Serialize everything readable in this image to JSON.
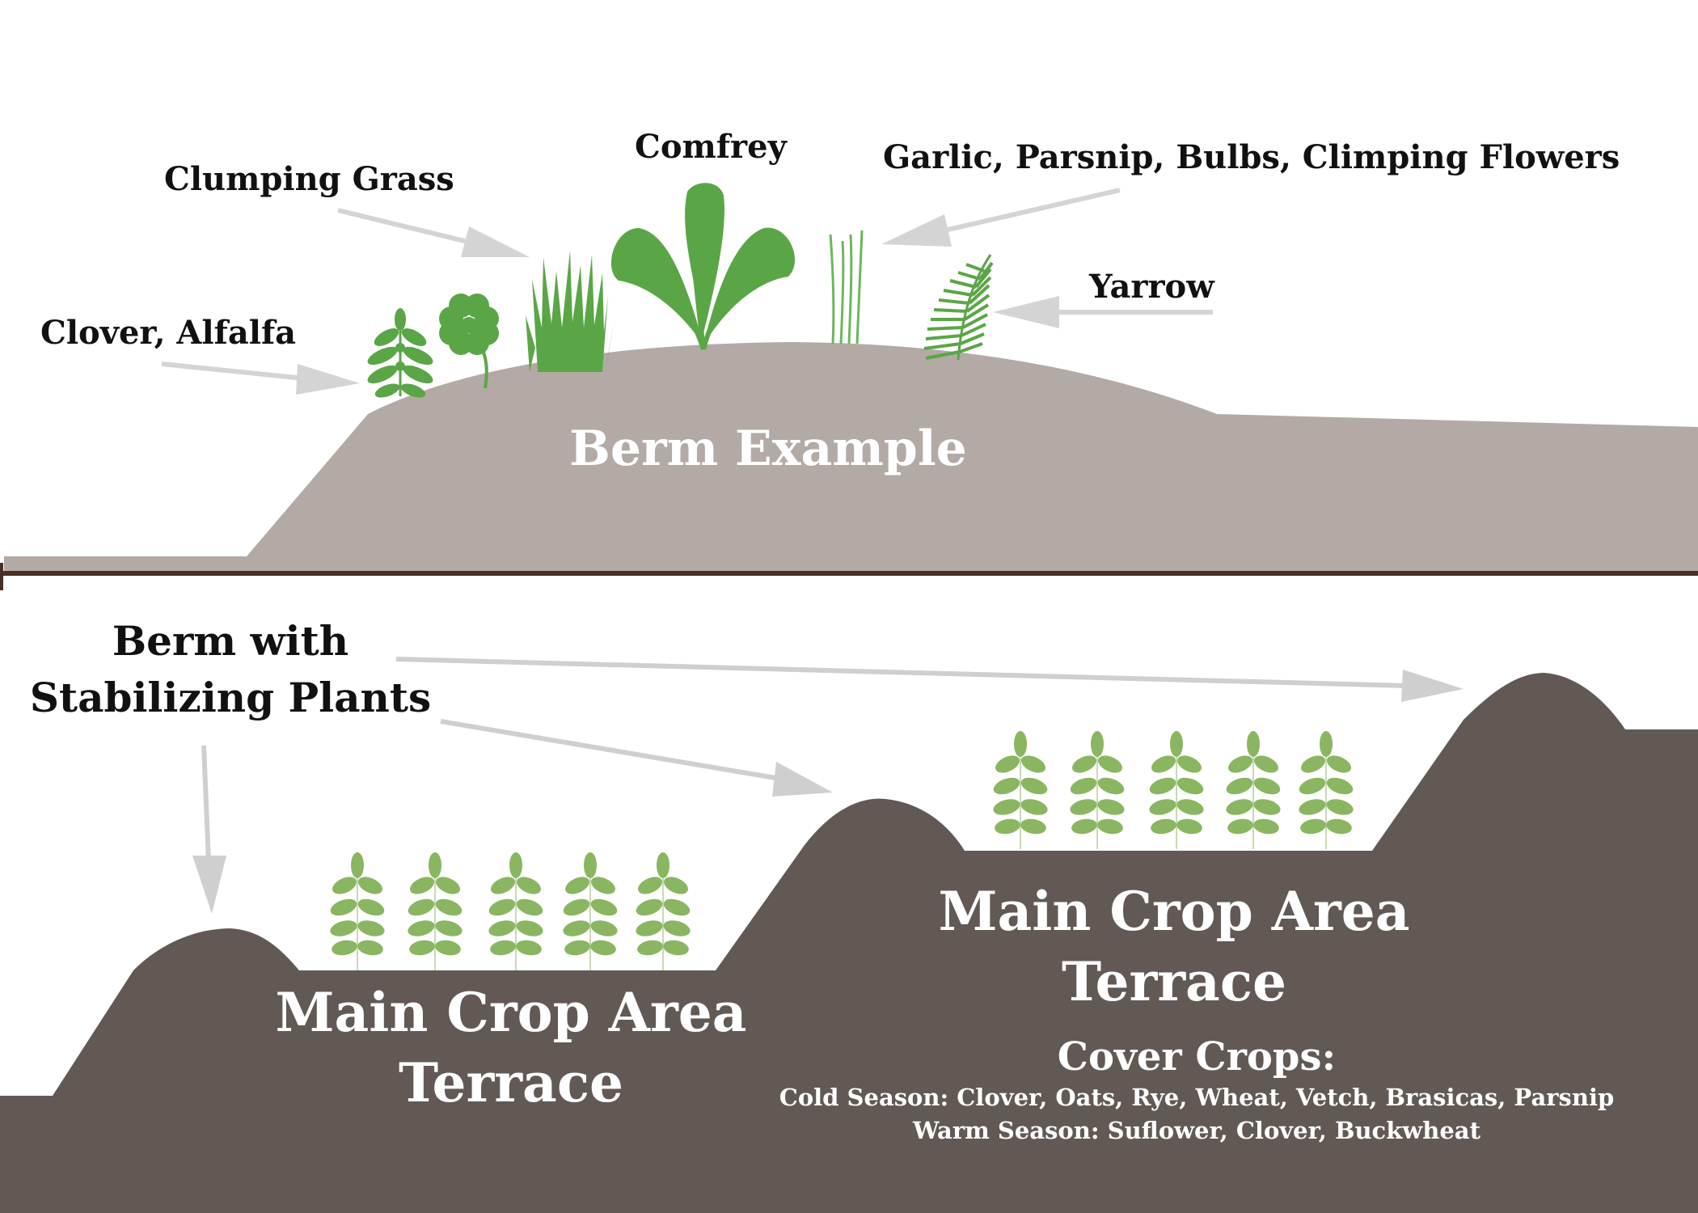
{
  "colors": {
    "background": "#ffffff",
    "berm_fill": "#b3aaa5",
    "baseline": "#4a2f24",
    "terrace_fill": "#625955",
    "arrow": "#d4d4d4",
    "plant_dark": "#5aa646",
    "plant_light": "#8ab661",
    "label_dark": "#111111",
    "label_light": "#ffffff"
  },
  "top_section": {
    "title": "Berm Example",
    "labels": {
      "clover": "Clover, Alfalfa",
      "grass": "Clumping Grass",
      "comfrey": "Comfrey",
      "garlic": "Garlic, Parsnip, Bulbs, Climping Flowers",
      "yarrow": "Yarrow"
    },
    "icons": [
      "clover-sprig-icon",
      "four-leaf-clover-icon",
      "grass-tuft-icon",
      "comfrey-icon",
      "garlic-stalks-icon",
      "yarrow-fern-icon"
    ]
  },
  "bottom_section": {
    "berm_label_line1": "Berm with",
    "berm_label_line2": "Stabilizing Plants",
    "left_terrace_line1": "Main Crop Area",
    "left_terrace_line2": "Terrace",
    "right_terrace_line1": "Main Crop Area",
    "right_terrace_line2": "Terrace",
    "cover_crops_title": "Cover Crops:",
    "cold_season": "Cold Season: Clover, Oats, Rye, Wheat, Vetch, Brasicas, Parsnip",
    "warm_season": "Warm Season: Suflower, Clover, Buckwheat",
    "crop_icon": "seedling-icon",
    "left_crop_count": 5,
    "right_crop_count": 5
  }
}
